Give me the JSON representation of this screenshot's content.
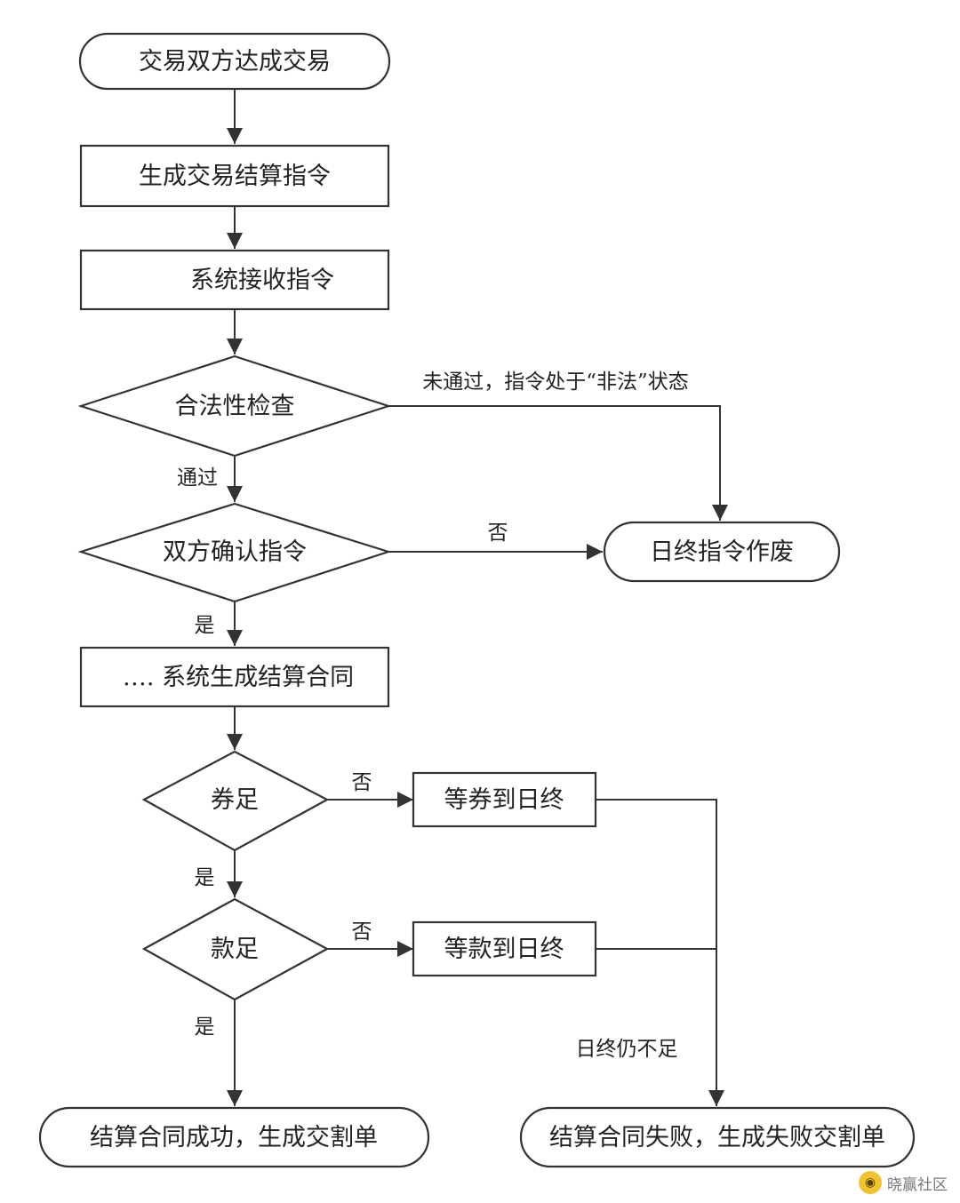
{
  "nodes": {
    "start": "交易双方达成交易",
    "generate_instruction": "生成交易结算指令",
    "receive_instruction": "系统接收指令",
    "legality_check": "合法性检查",
    "mutual_confirm": "双方确认指令",
    "instruction_void": "日终指令作废",
    "generate_contract": "…. 系统生成结算合同",
    "securities_sufficient": "券足",
    "wait_securities": "等券到日终",
    "funds_sufficient": "款足",
    "wait_funds": "等款到日终",
    "success": "结算合同成功，生成交割单",
    "failure": "结算合同失败，生成失败交割单"
  },
  "edge_labels": {
    "legality_fail": "未通过，指令处于“非法”状态",
    "legality_pass": "通过",
    "confirm_no": "否",
    "confirm_yes": "是",
    "securities_no": "否",
    "securities_yes": "是",
    "funds_no": "否",
    "funds_yes": "是",
    "still_insufficient": "日终仍不足"
  },
  "watermark": {
    "text": "晓赢社区"
  },
  "colors": {
    "stroke": "#333333",
    "text": "#222222",
    "background": "#ffffff",
    "watermark_logo": "#f2c230"
  }
}
